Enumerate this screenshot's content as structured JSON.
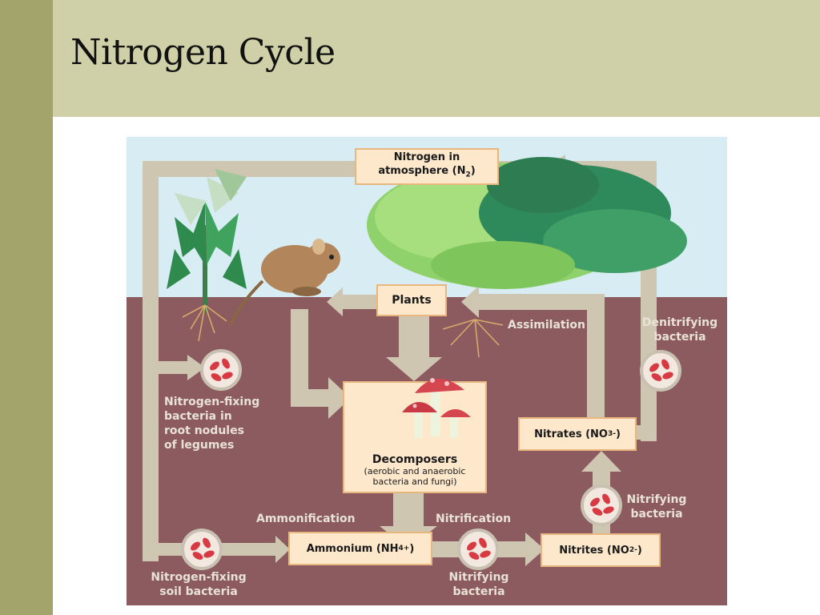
{
  "title": "Nitrogen Cycle",
  "colors": {
    "soil": "#8c5b5f",
    "sky": "#d8ecf3",
    "arrow": "#cfc6b2",
    "box_fill": "#fde8cc",
    "box_border": "#e9b680",
    "bacteria_red": "#d83a43",
    "header": "#cfcfa8",
    "sidebar": "#a3a46c"
  },
  "diagram": {
    "atmosphere": {
      "line1": "Nitrogen in",
      "line2": "atmosphere (N",
      "sub": "2",
      "end": ")"
    },
    "plants": "Plants",
    "assimilation": "Assimilation",
    "denitrifying": {
      "line1": "Denitrifying",
      "line2": "bacteria"
    },
    "nitrogen_fixing_legumes": [
      "Nitrogen-fixing",
      "bacteria in",
      "root nodules",
      "of legumes"
    ],
    "decomposers": {
      "title": "Decomposers",
      "line1": "(aerobic and anaerobic",
      "line2": "bacteria and fungi)"
    },
    "nitrates": {
      "text": "Nitrates (NO",
      "sub": "3",
      "sup": "-",
      "end": ")"
    },
    "nitrifying_upper": {
      "line1": "Nitrifying",
      "line2": "bacteria"
    },
    "ammonification": "Ammonification",
    "nitrification": "Nitrification",
    "ammonium": {
      "text": "Ammonium (NH",
      "sub": "4",
      "sup": "+",
      "end": ")"
    },
    "nitrites": {
      "text": "Nitrites (NO",
      "sub": "2",
      "sup": "-",
      "end": ")"
    },
    "nitrogen_fixing_soil": {
      "line1": "Nitrogen-fixing",
      "line2": "soil bacteria"
    },
    "nitrifying_lower": {
      "line1": "Nitrifying",
      "line2": "bacteria"
    }
  }
}
